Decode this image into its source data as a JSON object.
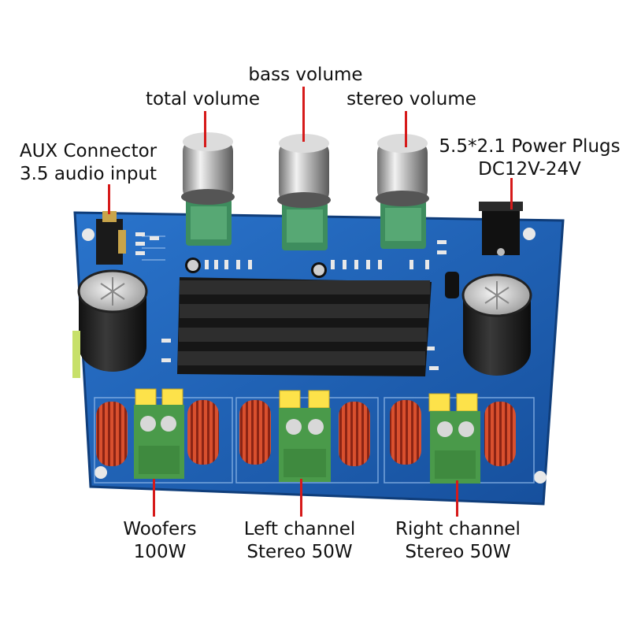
{
  "labels": {
    "total_volume": "total volume",
    "bass_volume": "bass volume",
    "stereo_volume": "stereo volume",
    "aux_line1": "AUX Connector",
    "aux_line2": "3.5 audio input",
    "power_line1": "5.5*2.1 Power Plugs",
    "power_line2": "DC12V-24V",
    "woofers_line1": "Woofers",
    "woofers_line2": "100W",
    "left_line1": "Left channel",
    "left_line2": "Stereo 50W",
    "right_line1": "Right channel",
    "right_line2": "Stereo 50W"
  },
  "colors": {
    "pcb": "#1f63b8",
    "pointer": "#d61a1a",
    "heatsink": "#1a1a1a",
    "terminal": "#4a9a4a",
    "capacitor_cap": "#fde24a",
    "coil": "#b8321e"
  }
}
